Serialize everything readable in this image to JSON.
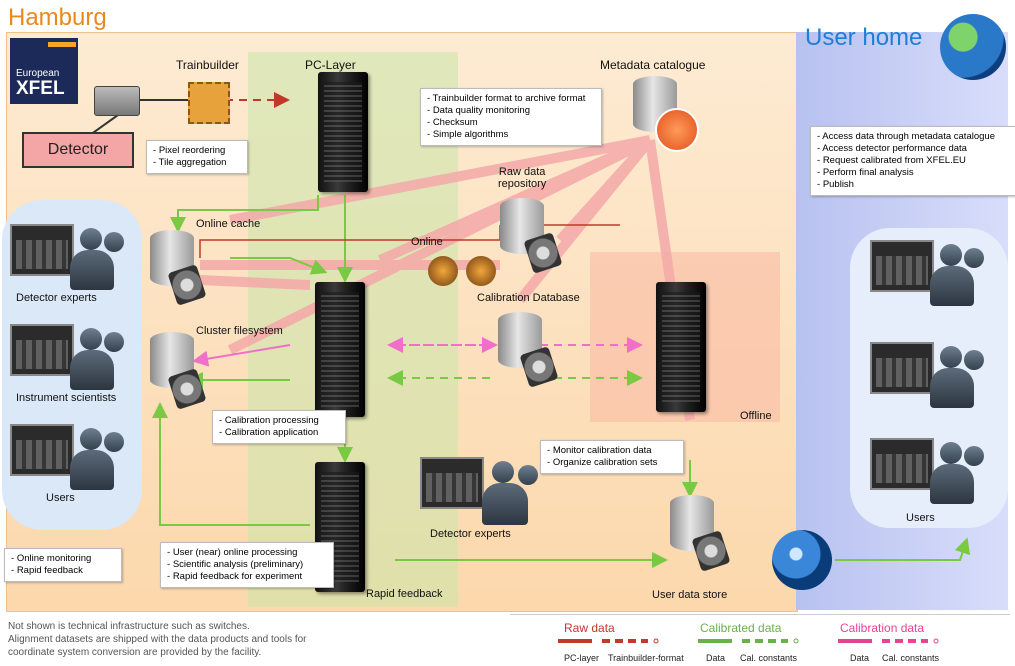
{
  "regions": {
    "hamburg_title": "Hamburg",
    "user_home_title": "User home"
  },
  "logo": {
    "line1": "European",
    "line2": "XFEL"
  },
  "labels": {
    "trainbuilder": "Trainbuilder",
    "pc_layer": "PC-Layer",
    "metadata_catalogue": "Metadata catalogue",
    "detector": "Detector",
    "raw_data_repository": "Raw data\nrepository",
    "online_cache": "Online cache",
    "online": "Online",
    "calibration_database": "Calibration Database",
    "detector_experts_left": "Detector experts",
    "cluster_filesystem": "Cluster filesystem",
    "instrument_scientists": "Instrument scientists",
    "offline": "Offline",
    "users_left": "Users",
    "detector_experts_bottom": "Detector experts",
    "rapid_feedback": "Rapid feedback",
    "user_data_store": "User data store",
    "users_right": "Users"
  },
  "callouts": {
    "pixel": [
      "Pixel reordering",
      "Tile aggregation"
    ],
    "pc_layer": [
      "Trainbuilder format to archive format",
      "Data quality monitoring",
      "Checksum",
      "Simple algorithms"
    ],
    "user_home": [
      "Access data through metadata catalogue",
      "Access detector performance data",
      "Request calibrated from XFEL.EU",
      "Perform final analysis",
      "Publish"
    ],
    "calibration": [
      "Calibration processing",
      "Calibration application"
    ],
    "monitor_cal": [
      "Monitor calibration data",
      "Organize calibration sets"
    ],
    "online_monitoring": [
      "Online monitoring",
      "Rapid feedback"
    ],
    "user_processing": [
      "User (near) online processing",
      "Scientific analysis (preliminary)",
      "Rapid feedback for experiment"
    ]
  },
  "footnote": {
    "line1": "Not shown is technical infrastructure such as switches.",
    "line2": "Alignment datasets are shipped with the data products and tools for",
    "line3": "coordinate system conversion are provided by the facility."
  },
  "legend": {
    "raw": {
      "title": "Raw data",
      "color": "#c0392b",
      "sub1": "PC-layer",
      "sub2": "Trainbuilder-format"
    },
    "calibrated": {
      "title": "Calibrated data",
      "color": "#6ab04c",
      "sub1": "Data",
      "sub2": "Cal. constants"
    },
    "calibration": {
      "title": "Calibration data",
      "color": "#e84393",
      "sub1": "Data",
      "sub2": "Cal. constants"
    }
  },
  "colors": {
    "hamburg_bg": "#fde3c2",
    "user_home_bg": "#c9cff5",
    "pc_layer_bg": "#dcefc6",
    "offline_bg": "#fbd0c0",
    "raw_arrow": "#f4a9a9",
    "calibrated_arrow": "#7ac943",
    "calibration_arrow": "#f06fc8",
    "title_orange": "#e8891d",
    "title_blue": "#1f7fd6"
  }
}
